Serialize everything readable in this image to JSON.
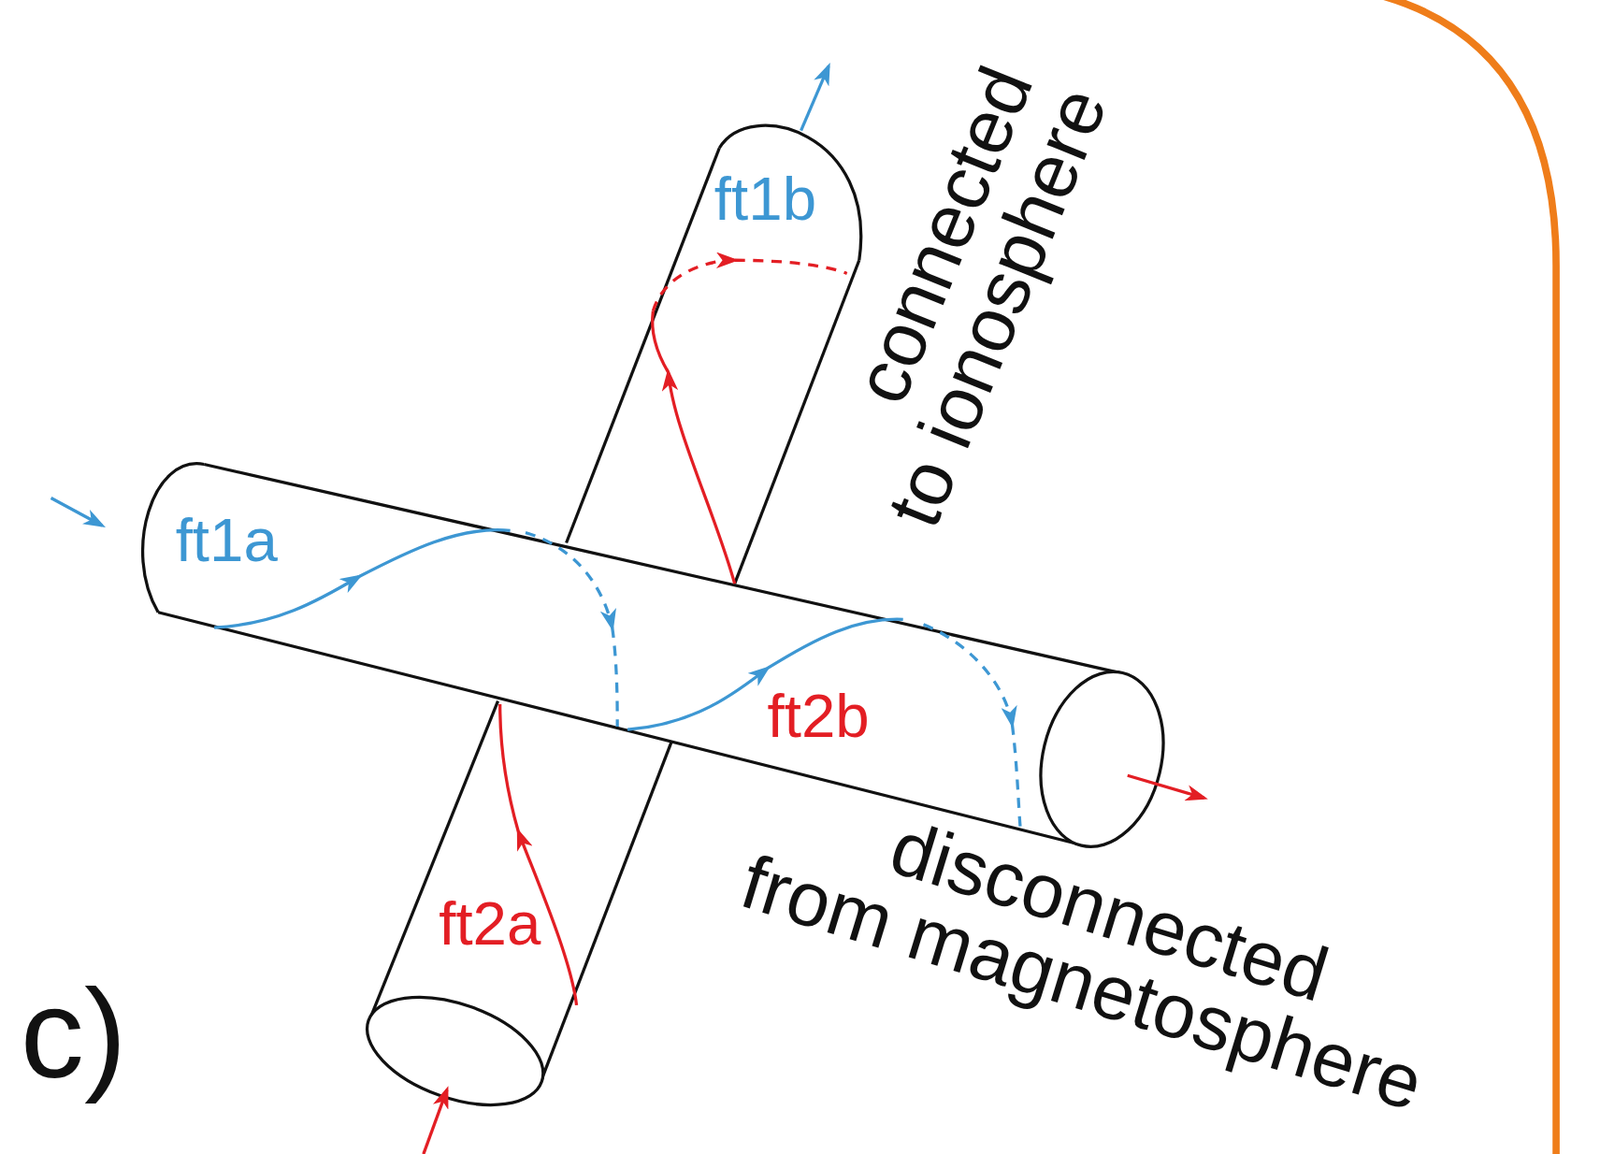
{
  "diagram": {
    "labels": [
      "ft1b",
      "connected to ionosphere",
      "ft1a",
      "ft2b",
      "disconnected from magnetosphere",
      "ft2a",
      "c)"
    ]
  }
}
